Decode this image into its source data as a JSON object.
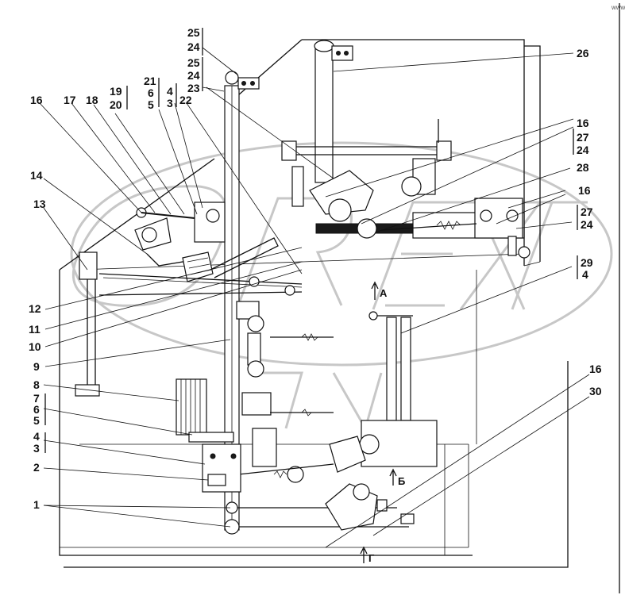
{
  "corner_mark": "www",
  "callouts": {
    "c25a": "25",
    "c24a": "24",
    "c25b": "25",
    "c24b": "24",
    "c23": "23",
    "c26": "26",
    "c16a": "16",
    "c17": "17",
    "c18": "18",
    "c19": "19",
    "c20": "20",
    "c21": "21",
    "c6a": "6",
    "c5a": "5",
    "c4a": "4",
    "c3a": "3",
    "c22": "22",
    "c14": "14",
    "c13": "13",
    "c16b": "16",
    "c27a": "27",
    "c24c": "24",
    "c28": "28",
    "c16c": "16",
    "c27b": "27",
    "c24d": "24",
    "c29": "29",
    "c4b": "4",
    "c12": "12",
    "c11": "11",
    "c10": "10",
    "c9": "9",
    "c8": "8",
    "c7": "7",
    "c6b": "6",
    "c5b": "5",
    "c4c": "4",
    "c3b": "3",
    "c2": "2",
    "c1": "1",
    "c16d": "16",
    "c30": "30"
  },
  "views": {
    "a": "A",
    "b": "Б",
    "g": "Г"
  },
  "watermark": {
    "word": "OREXT",
    "color": "#c7c7c7"
  }
}
